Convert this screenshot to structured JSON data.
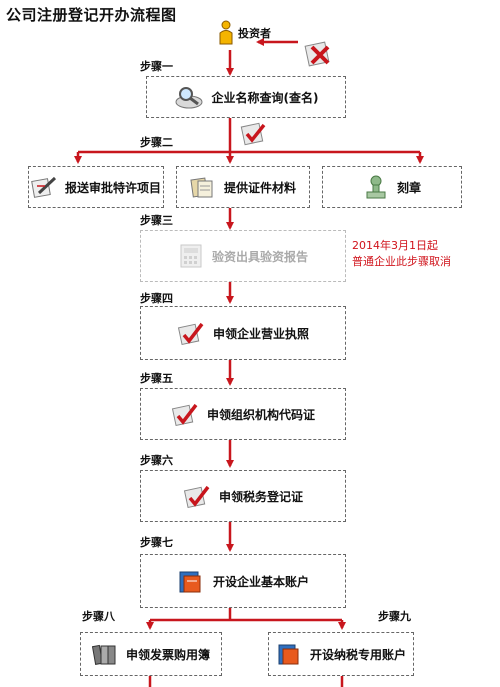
{
  "title": "公司注册登记开办流程图",
  "investor": {
    "label": "投资者"
  },
  "steps": {
    "s1": "步骤一",
    "s2": "步骤二",
    "s3": "步骤三",
    "s4": "步骤四",
    "s5": "步骤五",
    "s6": "步骤六",
    "s7": "步骤七",
    "s8": "步骤八",
    "s9": "步骤九"
  },
  "boxes": {
    "name_check": "企业名称查询(查名)",
    "submit_approval": "报送审批特许项目",
    "provide_docs": "提供证件材料",
    "seal": "刻章",
    "capital_verify": "验资出具验资报告",
    "business_license": "申领企业营业执照",
    "org_code": "申领组织机构代码证",
    "tax_reg": "申领税务登记证",
    "bank_account": "开设企业基本账户",
    "invoice": "申领发票购用簿",
    "tax_account": "开设纳税专用账户"
  },
  "note": {
    "line1": "2014年3月1日起",
    "line2": "普通企业此步骤取消"
  },
  "colors": {
    "arrow": "#c8161d",
    "note": "#d0131b",
    "border": "#666666"
  }
}
